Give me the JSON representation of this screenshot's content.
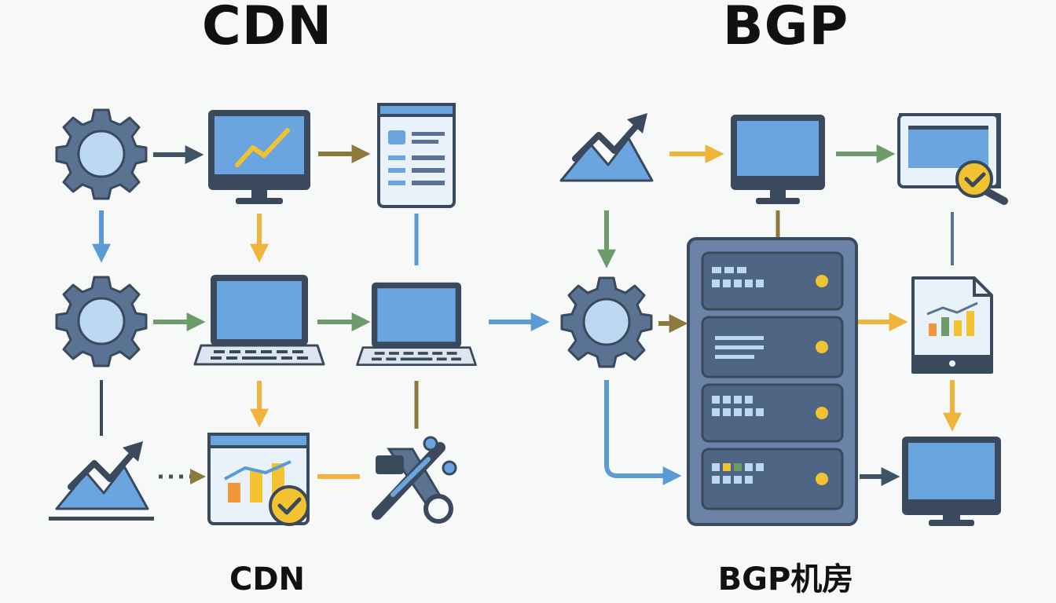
{
  "titles": {
    "left": "CDN",
    "right": "BGP"
  },
  "captions": {
    "left": "CDN",
    "right": "BGP机房"
  },
  "colors": {
    "blue_fill": "#6aa5df",
    "light_blue": "#bcd8f2",
    "dark_outline": "#3a4a5c",
    "gear": "#5b7392",
    "server_body": "#6b83a6",
    "server_unit": "#4e6584",
    "arrow_dark": "#3f5566",
    "arrow_olive": "#8c7a3a",
    "arrow_yellow": "#f0b33c",
    "arrow_green": "#6e9b6b",
    "arrow_blue": "#5b9bd5",
    "check": "#f2c230"
  },
  "icons": [
    "gear-icon",
    "monitor-chart-icon",
    "document-list-icon",
    "laptop-icon",
    "trend-chart-icon",
    "report-check-icon",
    "tools-icon",
    "server-rack-icon",
    "monitor-search-icon",
    "tablet-chart-icon",
    "monitor-icon"
  ]
}
